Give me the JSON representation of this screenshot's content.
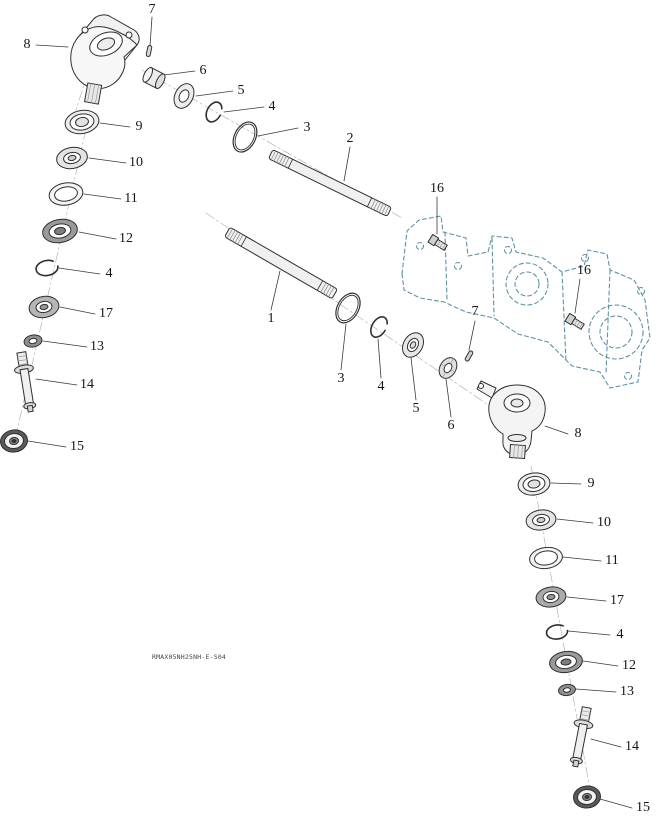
{
  "figure": {
    "code": "RMAX05NH25NH-E-S04"
  },
  "colors": {
    "part_line": "#2f2f2f",
    "housing_dashed": "#5e93a5",
    "centerline": "#aaaaaa"
  },
  "callouts": [
    {
      "label": "7"
    },
    {
      "label": "8"
    },
    {
      "label": "6"
    },
    {
      "label": "5"
    },
    {
      "label": "4"
    },
    {
      "label": "3"
    },
    {
      "label": "2"
    },
    {
      "label": "9"
    },
    {
      "label": "10"
    },
    {
      "label": "11"
    },
    {
      "label": "12"
    },
    {
      "label": "4"
    },
    {
      "label": "17"
    },
    {
      "label": "13"
    },
    {
      "label": "14"
    },
    {
      "label": "15"
    },
    {
      "label": "1"
    },
    {
      "label": "16"
    },
    {
      "label": "16"
    },
    {
      "label": "3"
    },
    {
      "label": "4"
    },
    {
      "label": "5"
    },
    {
      "label": "6"
    },
    {
      "label": "7"
    },
    {
      "label": "8"
    },
    {
      "label": "9"
    },
    {
      "label": "10"
    },
    {
      "label": "11"
    },
    {
      "label": "17"
    },
    {
      "label": "4"
    },
    {
      "label": "12"
    },
    {
      "label": "13"
    },
    {
      "label": "14"
    },
    {
      "label": "15"
    }
  ]
}
